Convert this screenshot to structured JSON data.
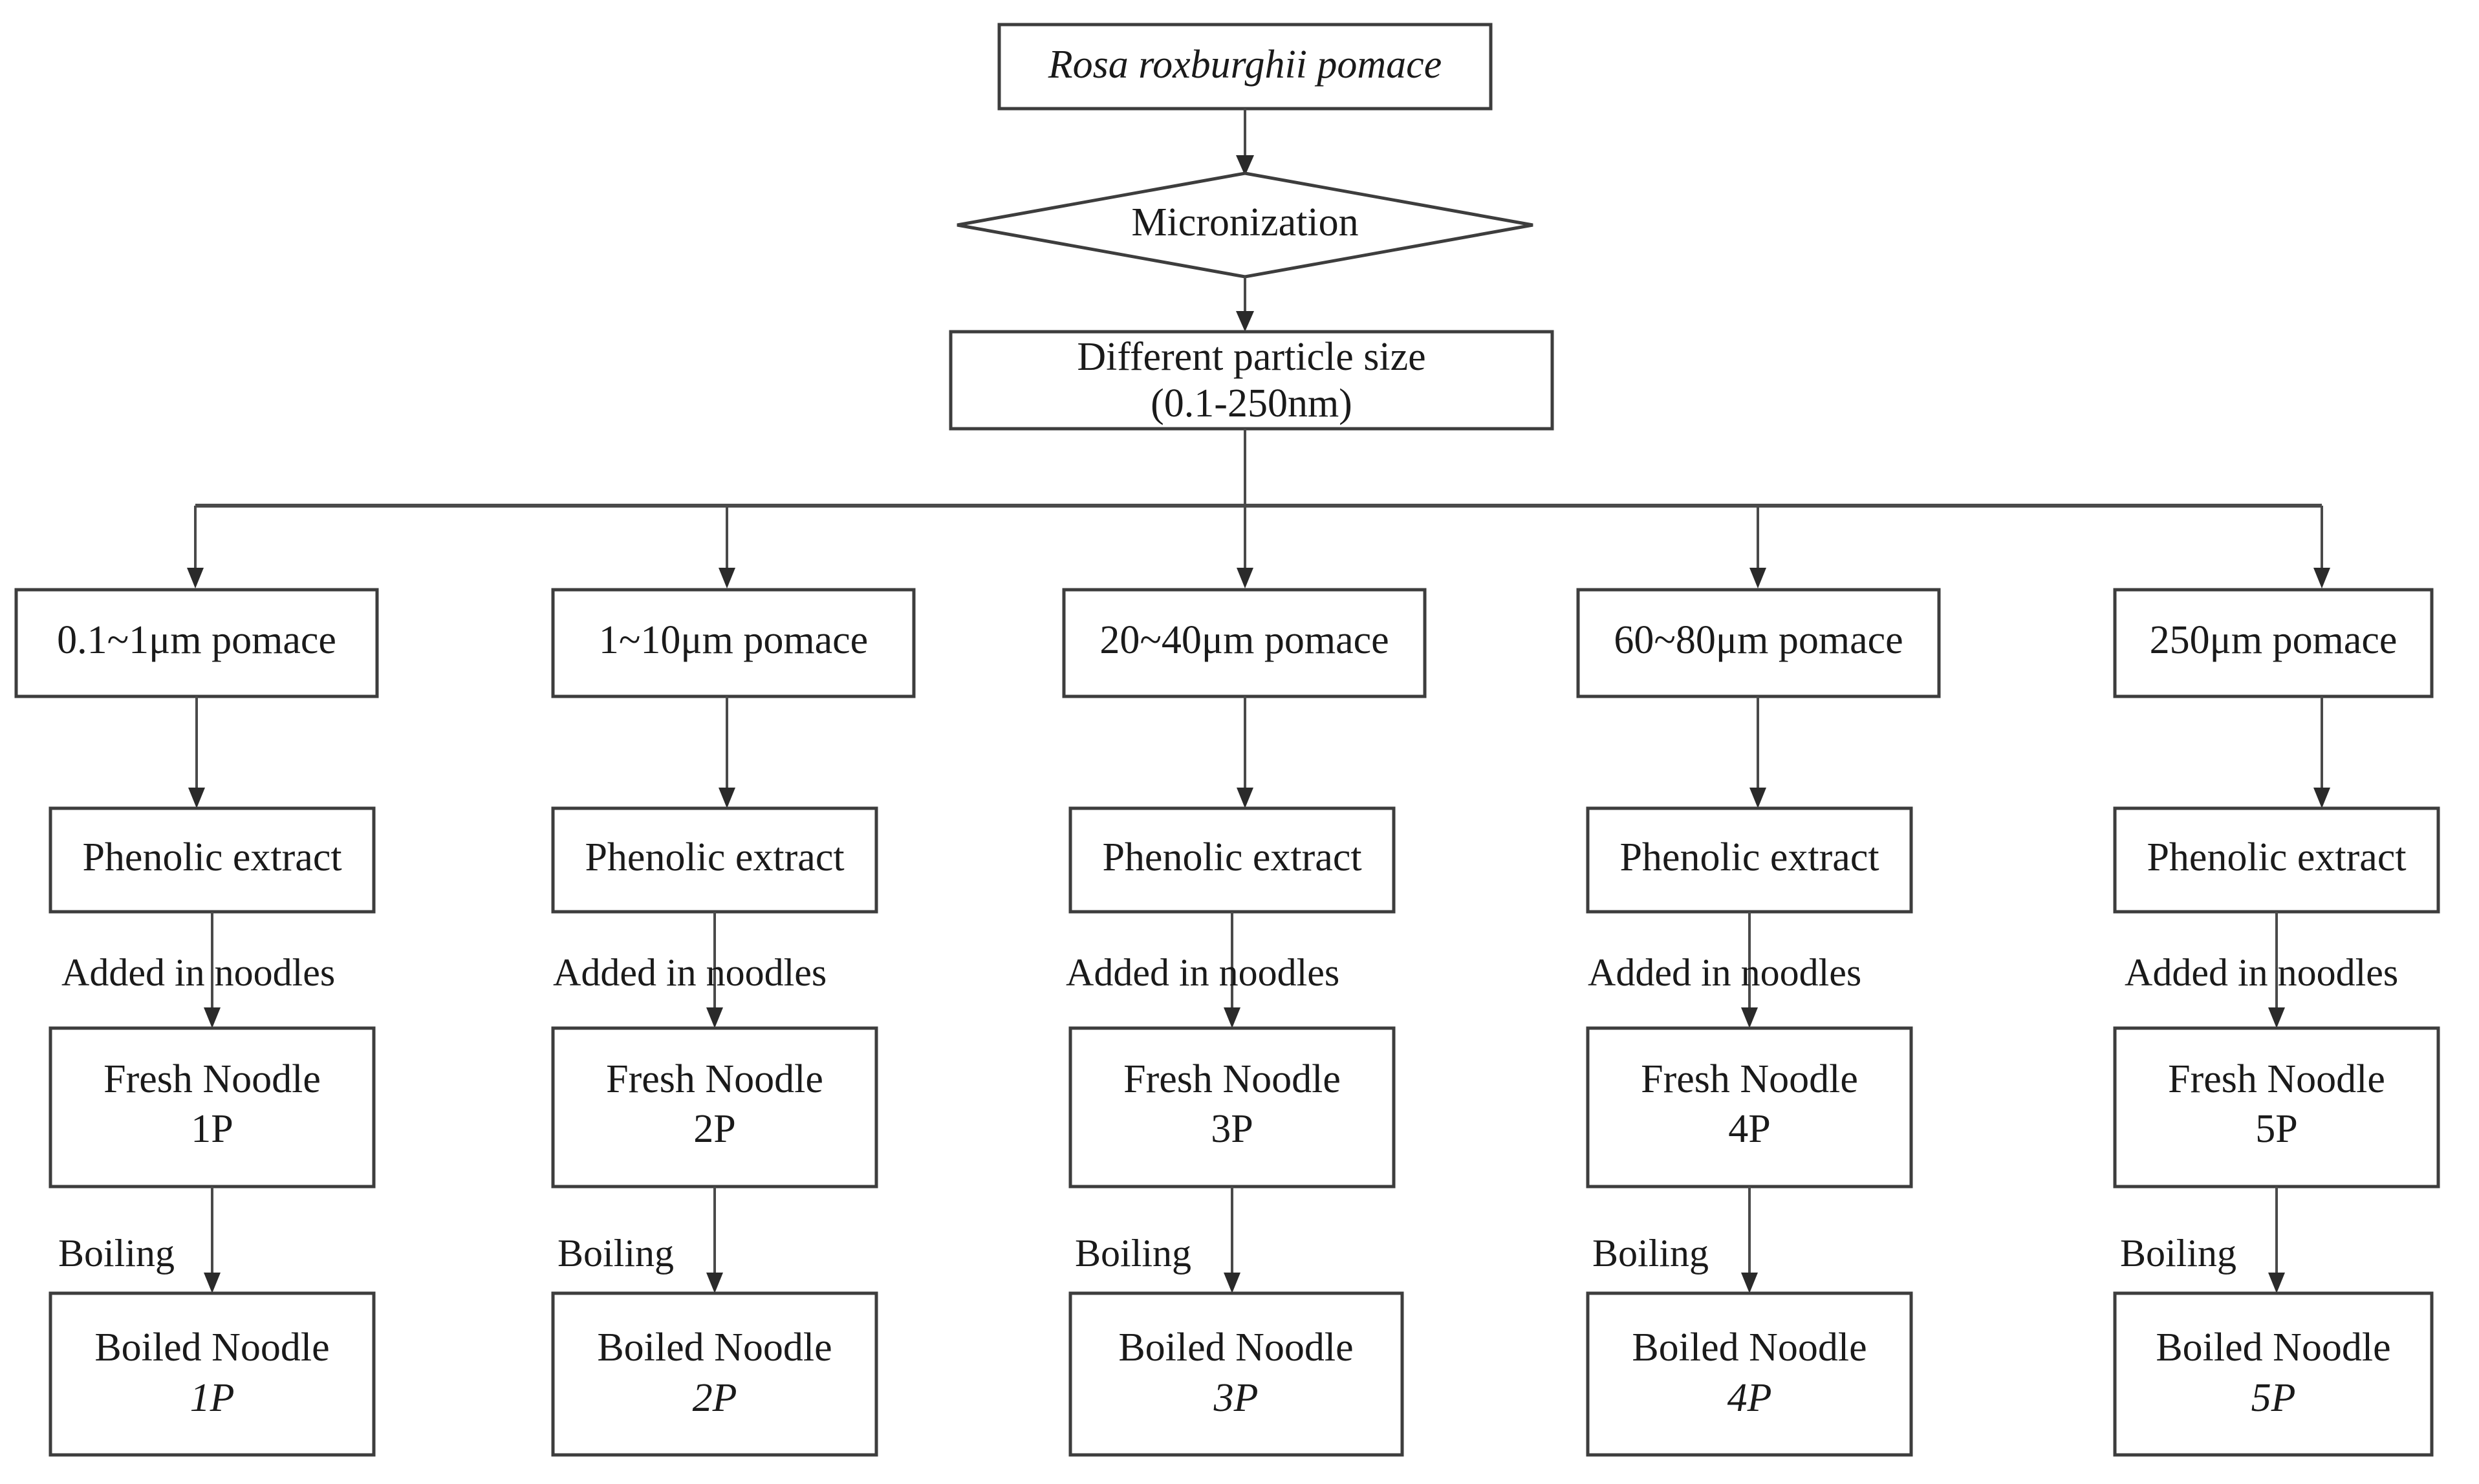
{
  "diagram": {
    "title": "Rosa roxburghii pomace phenolic extract noodle preparation flowchart",
    "colors": {
      "background": "#ffffff",
      "box_stroke": "#3d3d3d",
      "line_stroke": "#4a4a4a",
      "text": "#1a1a1a"
    },
    "top": {
      "source_label": "Rosa roxburghii pomace",
      "process_label": "Micronization",
      "result_line1": "Different particle size",
      "result_line2": "(0.1-250nm)"
    },
    "edge_labels": {
      "added": "Added in noodles",
      "boiling": "Boiling"
    },
    "common": {
      "phenolic": "Phenolic extract",
      "fresh_noodle": "Fresh Noodle",
      "boiled_noodle": "Boiled Noodle"
    },
    "branches": [
      {
        "pomace": "0.1~1μm pomace",
        "phenolic": "Phenolic extract",
        "added_label": "Added in noodles",
        "fresh_line1": "Fresh Noodle",
        "fresh_line2": "1P",
        "boiling_label": "Boiling",
        "boiled_line1": "Boiled Noodle",
        "boiled_line2": "1P"
      },
      {
        "pomace": "1~10μm pomace",
        "phenolic": "Phenolic extract",
        "added_label": "Added in noodles",
        "fresh_line1": "Fresh Noodle",
        "fresh_line2": "2P",
        "boiling_label": "Boiling",
        "boiled_line1": "Boiled Noodle",
        "boiled_line2": "2P"
      },
      {
        "pomace": "20~40μm pomace",
        "phenolic": "Phenolic extract",
        "added_label": "Added in noodles",
        "fresh_line1": "Fresh Noodle",
        "fresh_line2": "3P",
        "boiling_label": "Boiling",
        "boiled_line1": "Boiled Noodle",
        "boiled_line2": "3P"
      },
      {
        "pomace": "60~80μm pomace",
        "phenolic": "Phenolic extract",
        "added_label": "Added in noodles",
        "fresh_line1": "Fresh Noodle",
        "fresh_line2": "4P",
        "boiling_label": "Boiling",
        "boiled_line1": "Boiled Noodle",
        "boiled_line2": "4P"
      },
      {
        "pomace": "250μm pomace",
        "phenolic": "Phenolic extract",
        "added_label": "Added in noodles",
        "fresh_line1": "Fresh Noodle",
        "fresh_line2": "5P",
        "boiling_label": "Boiling",
        "boiled_line1": "Boiled Noodle",
        "boiled_line2": "5P"
      }
    ]
  }
}
